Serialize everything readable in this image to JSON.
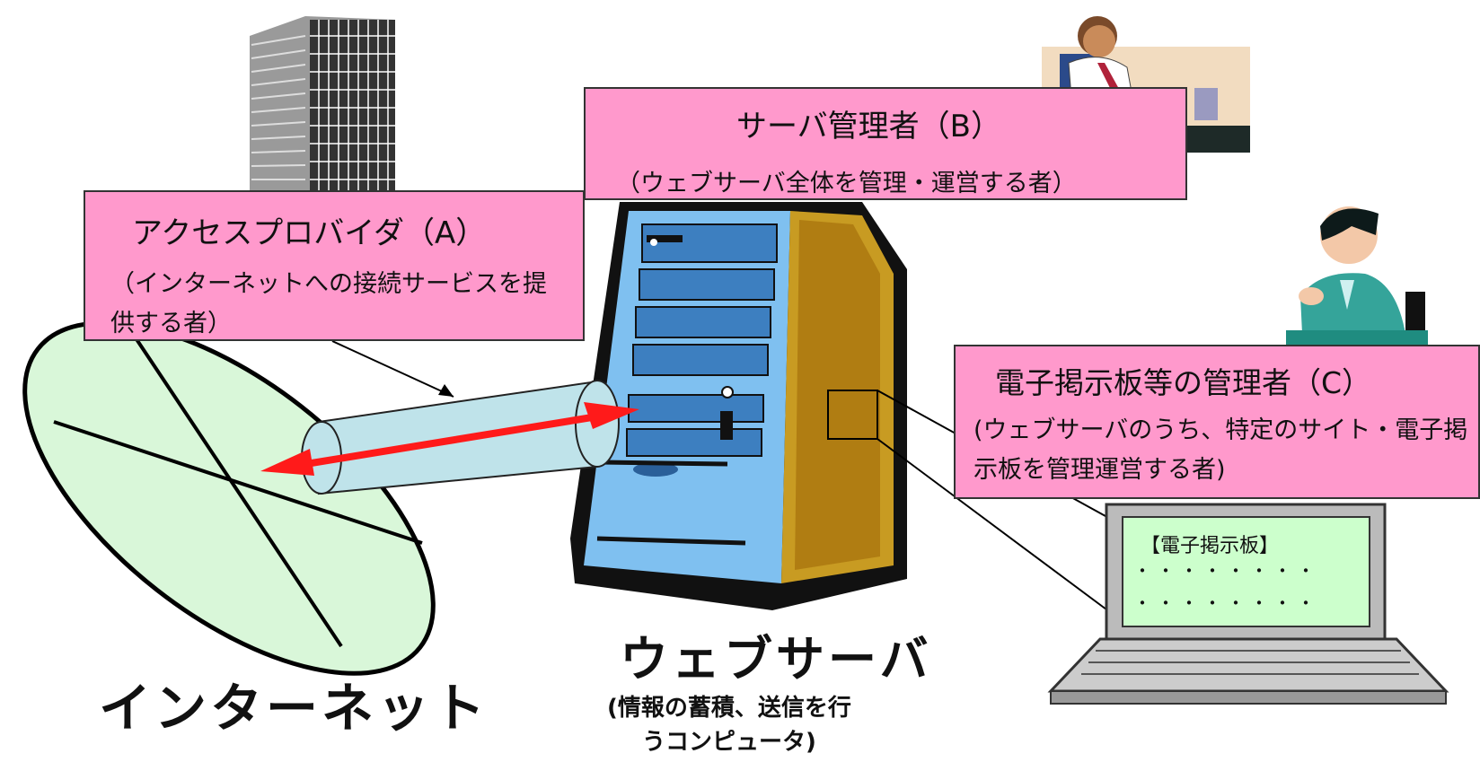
{
  "provider": {
    "title": "アクセスプロバイダ（A）",
    "desc": "（インターネットへの接続サービスを提供する者）"
  },
  "server_admin": {
    "title": "サーバ管理者（B）",
    "desc": "（ウェブサーバ全体を管理・運営する者）"
  },
  "bbs_admin": {
    "title": "電子掲示板等の管理者（C）",
    "desc": "(ウェブサーバのうち、特定のサイト・電子掲示板を管理運営する者)"
  },
  "web_server": {
    "label": "ウェブサーバ",
    "desc": "(情報の蓄積、送信を行うコンピュータ)"
  },
  "internet": {
    "label": "インターネット"
  },
  "laptop": {
    "screen_title": "【電子掲示板】",
    "screen_dots": "・・・・・・・・\n・・・・・・・・"
  },
  "colors": {
    "box_fill": "#ff99cc",
    "globe_fill": "#d9f7d9",
    "pipe_fill": "#bfe3ea",
    "arrow": "#ff1a1a",
    "server_front": "#7fc0f0",
    "server_side": "#c89b22",
    "screen": "#ccffcc"
  },
  "icons": [
    "office-building-icon",
    "person-on-phone-icon",
    "person-thinking-icon",
    "laptop-icon",
    "server-tower-icon"
  ]
}
